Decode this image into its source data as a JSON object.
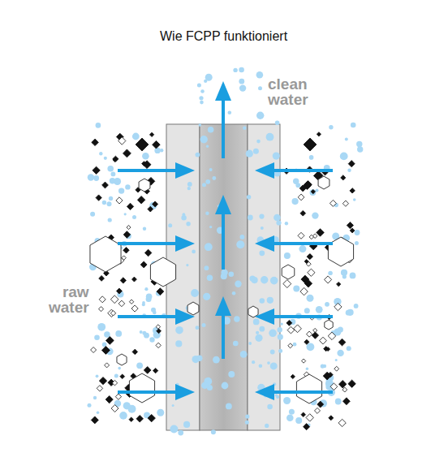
{
  "diagram": {
    "title": "Wie FCPP funktioniert",
    "labels": [
      "clean water",
      "raw water"
    ]
  }
}
